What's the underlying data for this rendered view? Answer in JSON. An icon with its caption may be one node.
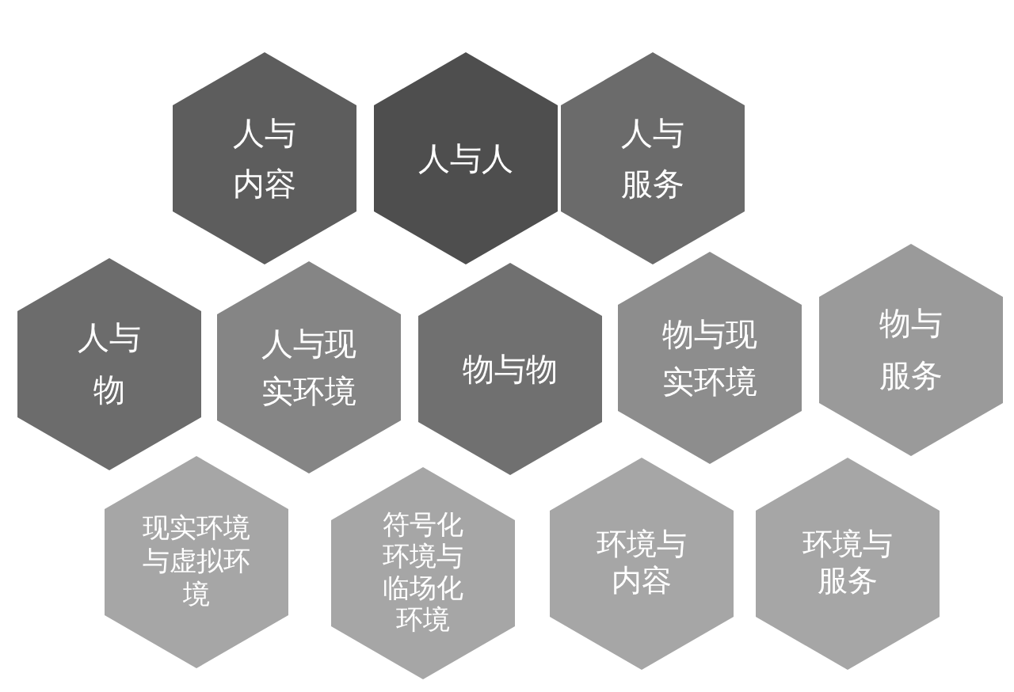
{
  "diagram": {
    "nodes": [
      {
        "text": [
          "人与内容"
        ]
      },
      {
        "text": [
          "人与人"
        ]
      },
      {
        "text": [
          "人与服务"
        ]
      },
      {
        "text": [
          "人与物"
        ]
      },
      {
        "text": [
          "人与现实环境"
        ]
      },
      {
        "text": [
          "物与物"
        ]
      },
      {
        "text": [
          "物与现实环境"
        ]
      },
      {
        "text": [
          "物与服务"
        ]
      },
      {
        "text": [
          "现实环境与虚拟环境"
        ]
      },
      {
        "text": [
          "符号化环境与临场化环境"
        ]
      },
      {
        "text": [
          "环境与内容"
        ]
      },
      {
        "text": [
          "环境与服务"
        ]
      }
    ]
  }
}
